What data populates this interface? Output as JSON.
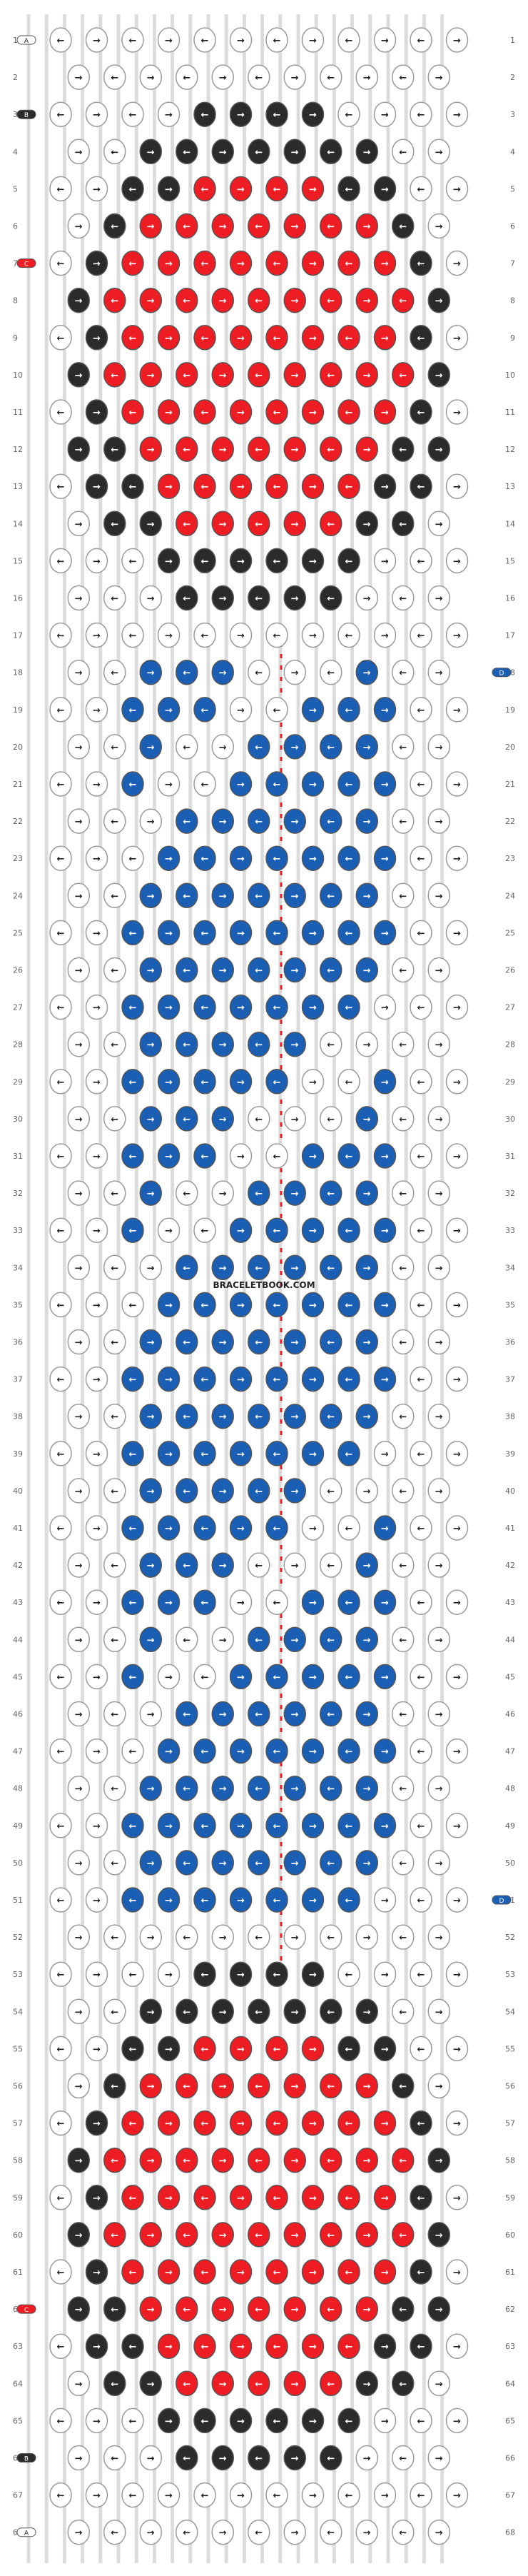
{
  "site": {
    "watermark": "BRACELETBOOK.COM"
  },
  "colors": {
    "white": "#ffffff",
    "black": "#2b2b2b",
    "red": "#ee1d24",
    "blue": "#1a5fb4",
    "strand_outline": "#9a9a9a"
  },
  "strings": [
    {
      "letter": "A",
      "color": "white"
    },
    {
      "letter": "",
      "color": "black"
    },
    {
      "letter": "",
      "color": "red"
    },
    {
      "letter": "",
      "color": "blue"
    }
  ],
  "pattern": {
    "row_count": 68,
    "knots_per_odd_row": 12,
    "knots_per_even_row": 11,
    "left_string_markers": [
      {
        "row": 1,
        "color": "white",
        "label": "A"
      },
      {
        "row": 3,
        "color": "black",
        "label": "B"
      },
      {
        "row": 7,
        "color": "red",
        "label": "C"
      },
      {
        "row": 62,
        "color": "red",
        "label": "C"
      },
      {
        "row": 66,
        "color": "black",
        "label": "B"
      },
      {
        "row": 68,
        "color": "white",
        "label": "A"
      }
    ],
    "right_string_markers": [
      {
        "row": 18,
        "color": "blue",
        "label": "D"
      },
      {
        "row": 51,
        "color": "blue",
        "label": "D"
      }
    ]
  }
}
